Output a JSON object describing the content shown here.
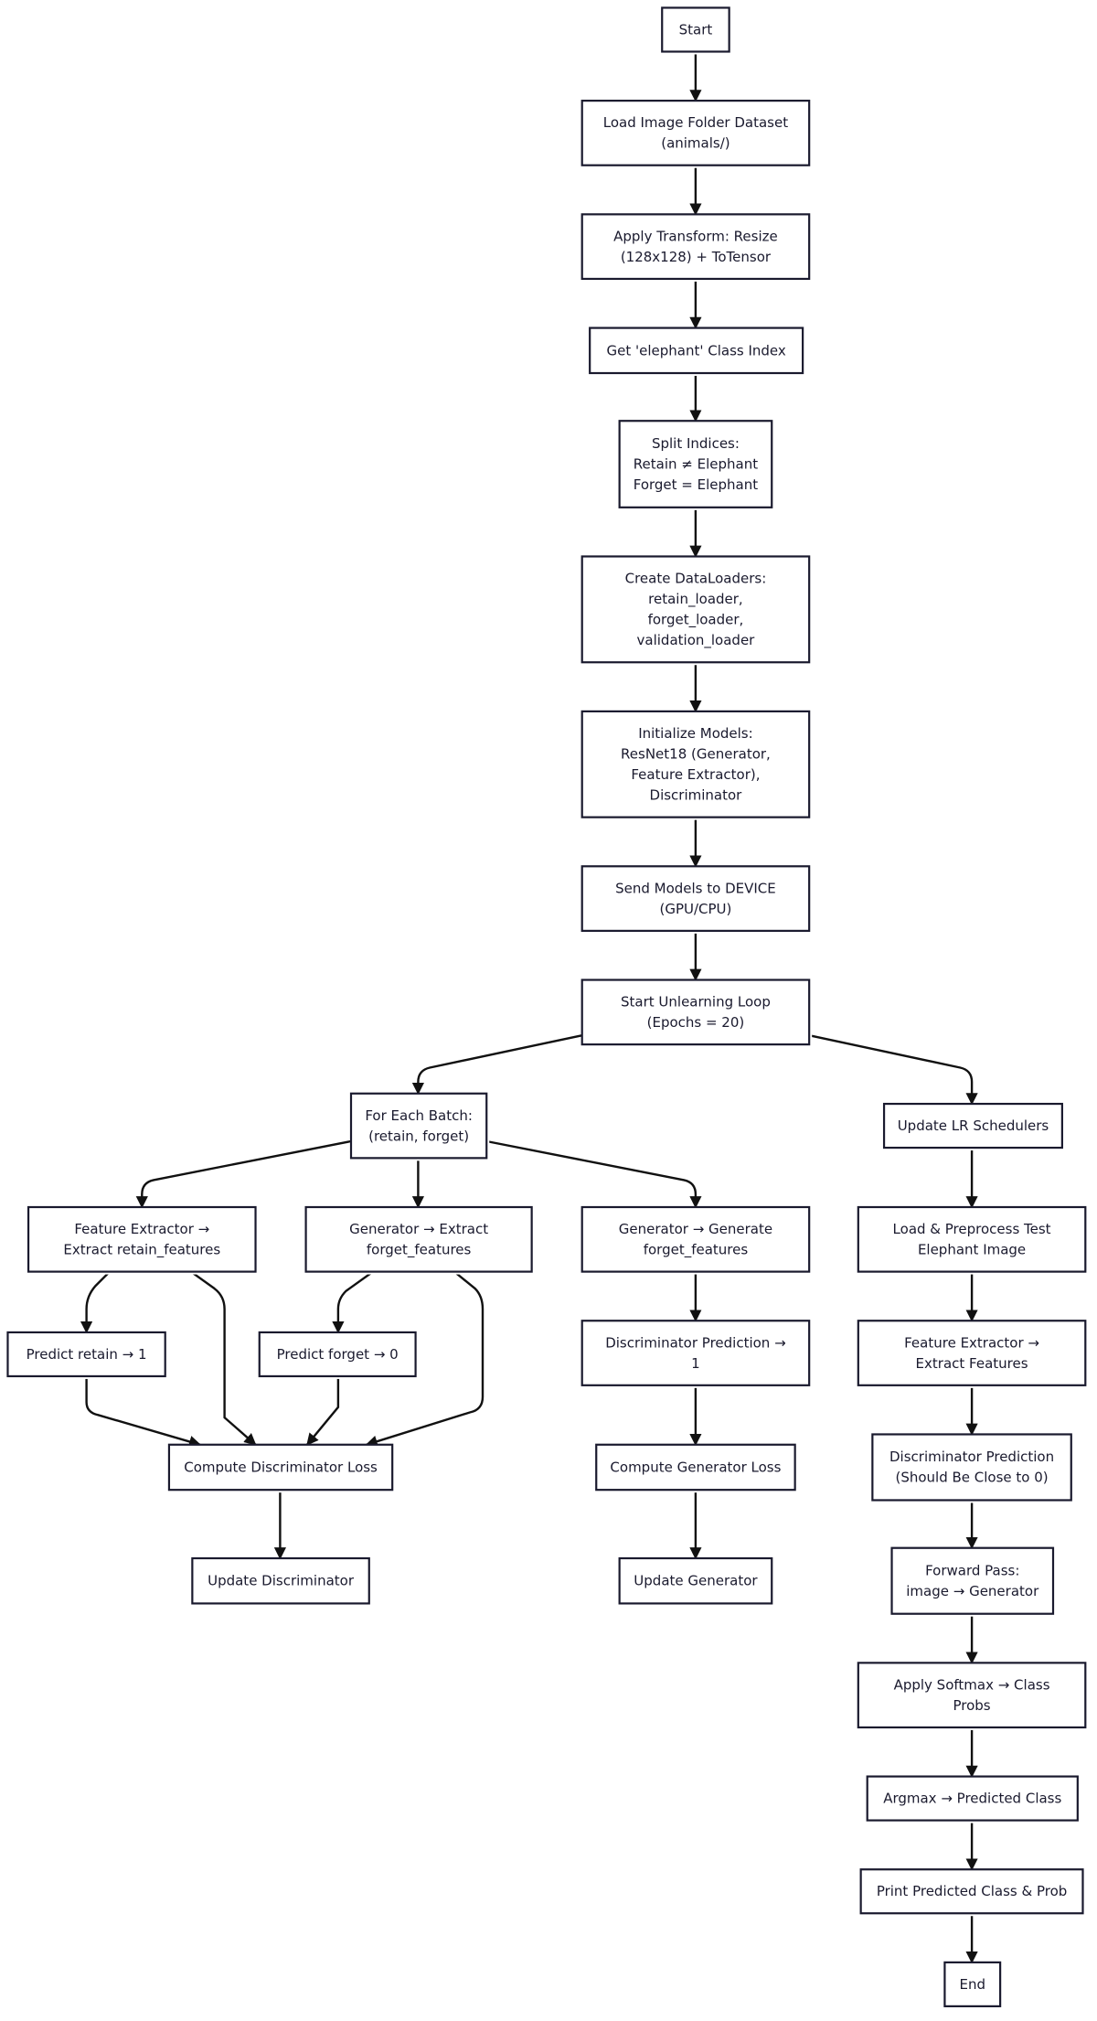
{
  "nodes": {
    "start": [
      "Start"
    ],
    "load": [
      "Load Image Folder Dataset",
      "(animals/)"
    ],
    "transform": [
      "Apply Transform: Resize",
      "(128x128) + ToTensor"
    ],
    "class_index": [
      "Get 'elephant' Class Index"
    ],
    "split": [
      "Split Indices:",
      "Retain ≠ Elephant",
      "Forget = Elephant"
    ],
    "dataloaders": [
      "Create DataLoaders:",
      "retain_loader,",
      "forget_loader,",
      "validation_loader"
    ],
    "init_models": [
      "Initialize Models:",
      "ResNet18 (Generator,",
      "Feature Extractor),",
      "Discriminator"
    ],
    "send_models": [
      "Send Models to DEVICE",
      "(GPU/CPU)"
    ],
    "loop": [
      "Start Unlearning Loop",
      "(Epochs = 20)"
    ],
    "batch": [
      "For Each Batch:",
      "(retain, forget)"
    ],
    "lr_sched": [
      "Update LR Schedulers"
    ],
    "fe_retain": [
      "Feature Extractor →",
      "Extract retain_features"
    ],
    "gen_extract": [
      "Generator → Extract",
      "forget_features"
    ],
    "gen_generate": [
      "Generator → Generate",
      "forget_features"
    ],
    "load_test": [
      "Load & Preprocess Test",
      "Elephant Image"
    ],
    "pred_retain": [
      "Predict retain → 1"
    ],
    "pred_forget": [
      "Predict forget → 0"
    ],
    "disc_pred1": [
      "Discriminator Prediction →",
      "1"
    ],
    "fe_test": [
      "Feature Extractor →",
      "Extract Features"
    ],
    "disc_loss": [
      "Compute Discriminator Loss"
    ],
    "gen_loss": [
      "Compute Generator Loss"
    ],
    "disc_pred0": [
      "Discriminator Prediction",
      "(Should Be Close to 0)"
    ],
    "upd_disc": [
      "Update Discriminator"
    ],
    "upd_gen": [
      "Update Generator"
    ],
    "forward": [
      "Forward Pass:",
      "image → Generator"
    ],
    "softmax": [
      "Apply Softmax → Class",
      "Probs"
    ],
    "argmax": [
      "Argmax → Predicted Class"
    ],
    "print": [
      "Print Predicted Class & Prob"
    ],
    "end": [
      "End"
    ]
  },
  "colors": {
    "stroke": "#1a1a2e",
    "edge": "#111111",
    "fill": "#ffffff",
    "shadow": "#e6e6f0"
  }
}
